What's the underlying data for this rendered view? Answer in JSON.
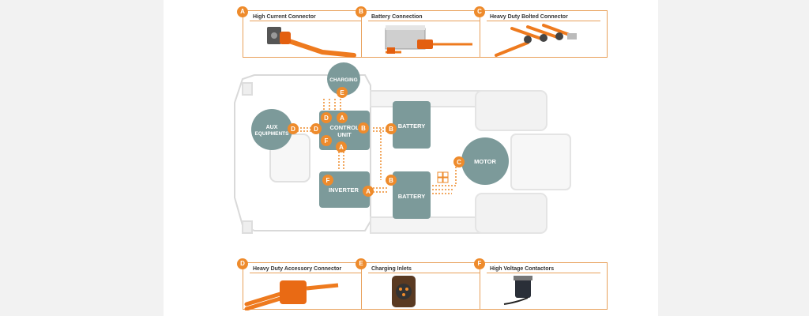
{
  "cards": [
    {
      "letter": "A",
      "title": "High Current Connector"
    },
    {
      "letter": "B",
      "title": "Battery Connection"
    },
    {
      "letter": "C",
      "title": "Heavy Duty Bolted Connector"
    },
    {
      "letter": "D",
      "title": "Heavy Duty Accessory Connector"
    },
    {
      "letter": "E",
      "title": "Charging Inlets"
    },
    {
      "letter": "F",
      "title": "High Voltage Contactors"
    }
  ],
  "nodes": {
    "charging": "CHARGING",
    "aux_line1": "AUX",
    "aux_line2": "EQUIPMENTS",
    "control_line1": "CONTROL",
    "control_line2": "UNIT",
    "battery_top": "BATTERY",
    "battery_bottom": "BATTERY",
    "inverter": "INVERTER",
    "motor": "MOTOR"
  },
  "diagram_badges": {
    "charging_e": "E",
    "control_d": "D",
    "control_a_top": "A",
    "control_b": "B",
    "control_f": "F",
    "control_a_bottom": "A",
    "control_d_left": "D",
    "aux_d": "D",
    "battery_top_b": "B",
    "inverter_f": "F",
    "inverter_a": "A",
    "battery_bottom_b": "B",
    "motor_c": "C"
  },
  "colors": {
    "accent": "#ee8b2c",
    "node_fill": "#7c9a9a",
    "truck_outline": "#d8d8d8",
    "page_bg": "#f2f2f2"
  }
}
